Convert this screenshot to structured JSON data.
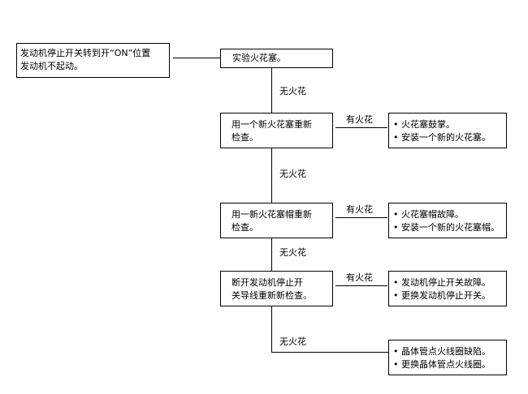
{
  "start": {
    "line1": "发动机停止开关转到开“ON”位置",
    "line2": "发动机不起动。"
  },
  "step1": {
    "text": "实验火花塞。"
  },
  "step2": {
    "line1": "用一个新火花塞重新",
    "line2": "检查。"
  },
  "step3": {
    "line1": "用一新火花塞帽重新",
    "line2": "检查。"
  },
  "step4": {
    "line1": "断开发动机停止开",
    "line2": "关导线重新新检查。"
  },
  "labels": {
    "no_spark": "无火花",
    "has_spark": "有火花"
  },
  "results": [
    {
      "item1": "火花塞鼓掌。",
      "item2": "安装一个新的火花塞。"
    },
    {
      "item1": "火花塞帽故障。",
      "item2": "安装一个新的火花塞帽。"
    },
    {
      "item1": "发动机停止开关故障。",
      "item2": "更换发动机停止开关。"
    },
    {
      "item1": "晶体管点火线圈缺陷。",
      "item2": "更换晶体管点火线圈。"
    }
  ]
}
